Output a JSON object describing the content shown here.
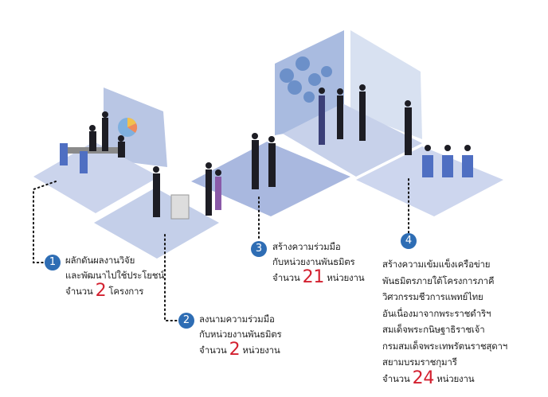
{
  "items": [
    {
      "number": "1",
      "lines": [
        "ผลักดันผลงานวิจัย",
        "และพัฒนาไปใช้ประโยชน์"
      ],
      "prefix": "จำนวน",
      "count": "2",
      "unit": "โครงการ"
    },
    {
      "number": "2",
      "lines": [
        "ลงนามความร่วมมือ",
        "กับหน่วยงานพันธมิตร"
      ],
      "prefix": "จำนวน",
      "count": "2",
      "unit": "หน่วยงาน"
    },
    {
      "number": "3",
      "lines": [
        "สร้างความร่วมมือ",
        "กับหน่วยงานพันธมิตร"
      ],
      "prefix": "จำนวน",
      "count": "21",
      "unit": "หน่วยงาน"
    },
    {
      "number": "4",
      "lines": [
        "สร้างความเข้มแข็งเครือข่าย",
        "พันธมิตรภายใต้โครงการภาคี",
        "วิศวกรรมชีวการแพทย์ไทย",
        "อันเนื่องมาจากพระราชดำริฯ",
        "สมเด็จพระกนิษฐาธิราชเจ้า",
        "กรมสมเด็จพระเทพรัตนราชสุดาฯ",
        "สยามบรมราชกุมารี"
      ],
      "prefix": "จำนวน",
      "count": "24",
      "unit": "หน่วยงาน"
    }
  ],
  "colors": {
    "badge": "#2e6db4",
    "count": "#d3202f",
    "tile_light": "#c9d3ea",
    "tile_dark": "#aebde0"
  }
}
